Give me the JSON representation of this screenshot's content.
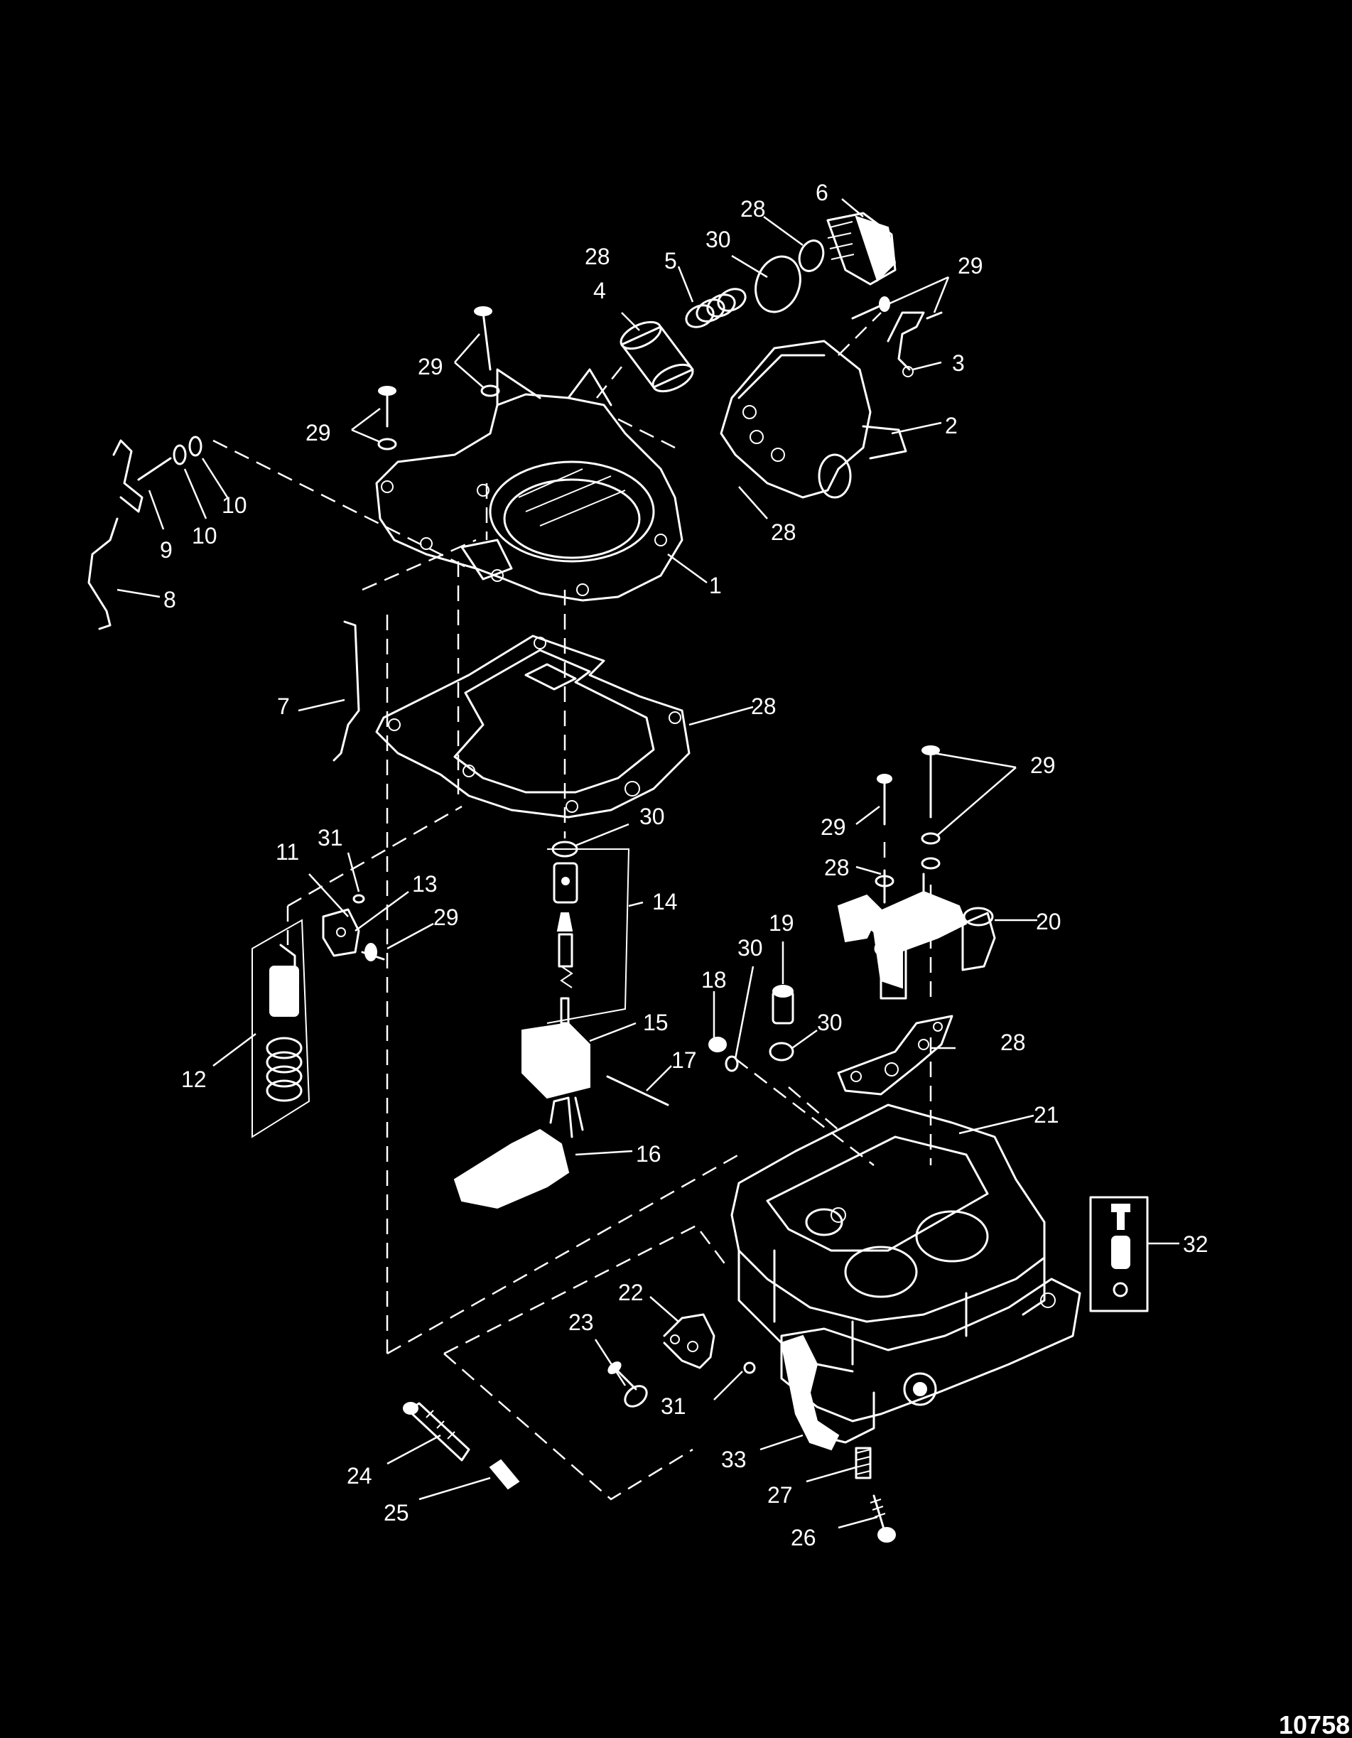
{
  "figure_id": "10758",
  "colors": {
    "background": "#000000",
    "line": "#ffffff"
  },
  "callouts": {
    "c1": "1",
    "c2": "2",
    "c3": "3",
    "c4": "4",
    "c5": "5",
    "c6": "6",
    "c7": "7",
    "c8": "8",
    "c9": "9",
    "c10a": "10",
    "c10b": "10",
    "c11": "11",
    "c12": "12",
    "c13": "13",
    "c14": "14",
    "c15": "15",
    "c16": "16",
    "c17": "17",
    "c18": "18",
    "c19": "19",
    "c20": "20",
    "c21": "21",
    "c22": "22",
    "c23": "23",
    "c24": "24",
    "c25": "25",
    "c26": "26",
    "c27": "27",
    "c28a": "28",
    "c28b": "28",
    "c28c": "28",
    "c28d": "28",
    "c28e": "28",
    "c28f": "28",
    "c29a": "29",
    "c29b": "29",
    "c29c": "29",
    "c29d": "29",
    "c29e": "29",
    "c29f": "29",
    "c30a": "30",
    "c30b": "30",
    "c30c": "30",
    "c30d": "30",
    "c31a": "31",
    "c31b": "31",
    "c32": "32",
    "c33": "33"
  }
}
